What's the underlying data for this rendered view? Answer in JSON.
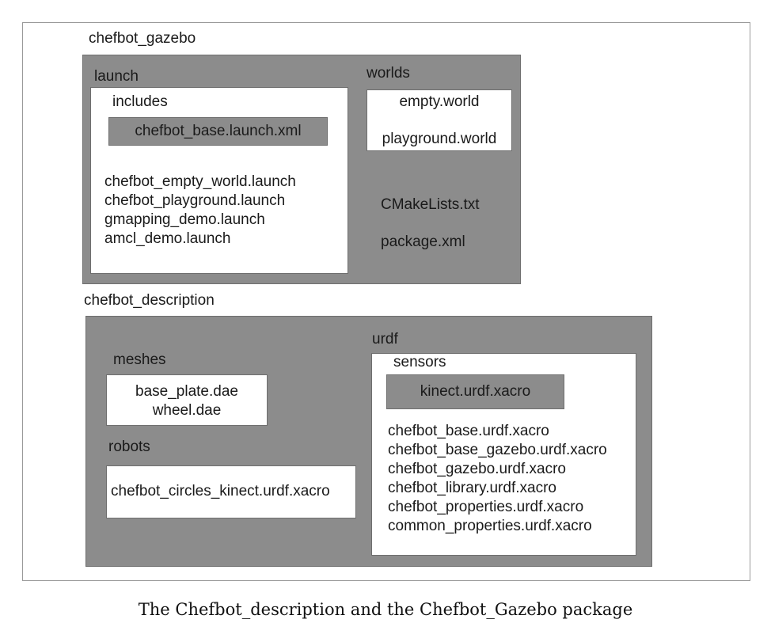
{
  "gazebo": {
    "title": "chefbot_gazebo",
    "launch": {
      "title": "launch",
      "includes_title": "includes",
      "includes_file": "chefbot_base.launch.xml",
      "files": [
        "chefbot_empty_world.launch",
        "chefbot_playground.launch",
        "gmapping_demo.launch",
        "amcl_demo.launch"
      ]
    },
    "worlds": {
      "title": "worlds",
      "files": [
        "empty.world",
        "playground.world"
      ]
    },
    "cmakelists": "CMakeLists.txt",
    "package_xml": "package.xml"
  },
  "description": {
    "title": "chefbot_description",
    "meshes": {
      "title": "meshes",
      "files": [
        "base_plate.dae",
        "wheel.dae"
      ]
    },
    "robots": {
      "title": "robots",
      "file": "chefbot_circles_kinect.urdf.xacro"
    },
    "urdf": {
      "title": "urdf",
      "sensors_title": "sensors",
      "sensors_file": "kinect.urdf.xacro",
      "files": [
        "chefbot_base.urdf.xacro",
        "chefbot_base_gazebo.urdf.xacro",
        "chefbot_gazebo.urdf.xacro",
        "chefbot_library.urdf.xacro",
        "chefbot_properties.urdf.xacro",
        "common_properties.urdf.xacro"
      ]
    }
  },
  "caption": "The Chefbot_description and the Chefbot_Gazebo package"
}
